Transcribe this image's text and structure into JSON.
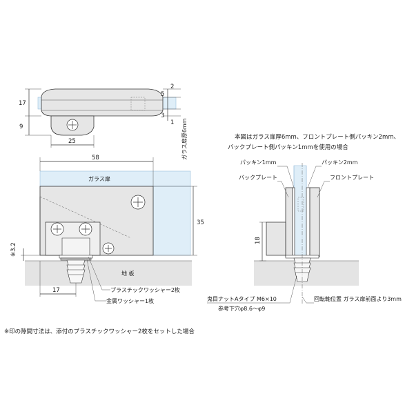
{
  "top_view": {
    "dim_17": "17",
    "dim_9": "9",
    "dim_25": "25",
    "dim_5": "5",
    "dim_2": "2",
    "dim_3": "3",
    "dim_1": "1",
    "glass_thickness_label": "ガラス扉厚6mm"
  },
  "front_view": {
    "dim_58": "58",
    "dim_35": "35",
    "dim_17": "17",
    "dim_32": "※3.2",
    "glass_door_label": "ガラス扉",
    "floor_label": "地 板",
    "plastic_washer_label": "プラスチックワッシャー2枚",
    "metal_washer_label": "金属ワッシャー1枚"
  },
  "side_view": {
    "note_line1": "本図はガラス扉厚6mm、フロントプレート側パッキン2mm、",
    "note_line2": "バックプレート側パッキン1mmを使用の場合",
    "packing_1mm": "パッキン1mm",
    "packing_2mm": "パッキン2mm",
    "back_plate": "バックプレート",
    "front_plate": "フロントプレート",
    "dim_18": "18",
    "nut_label": "鬼目ナットAタイプ M6×10",
    "pilot_hole_label": "参考下穴φ8.6～φ9",
    "pivot_label": "回転軸位置 ガラス扉前面より3mm"
  },
  "footnote": "※印の隙間寸法は、添付のプラスチックワッシャー2枚をセットした場合",
  "colors": {
    "glass": "#dfeef8",
    "body": "#e6e6e6",
    "floor": "#e4e4e4",
    "line": "#333333"
  }
}
